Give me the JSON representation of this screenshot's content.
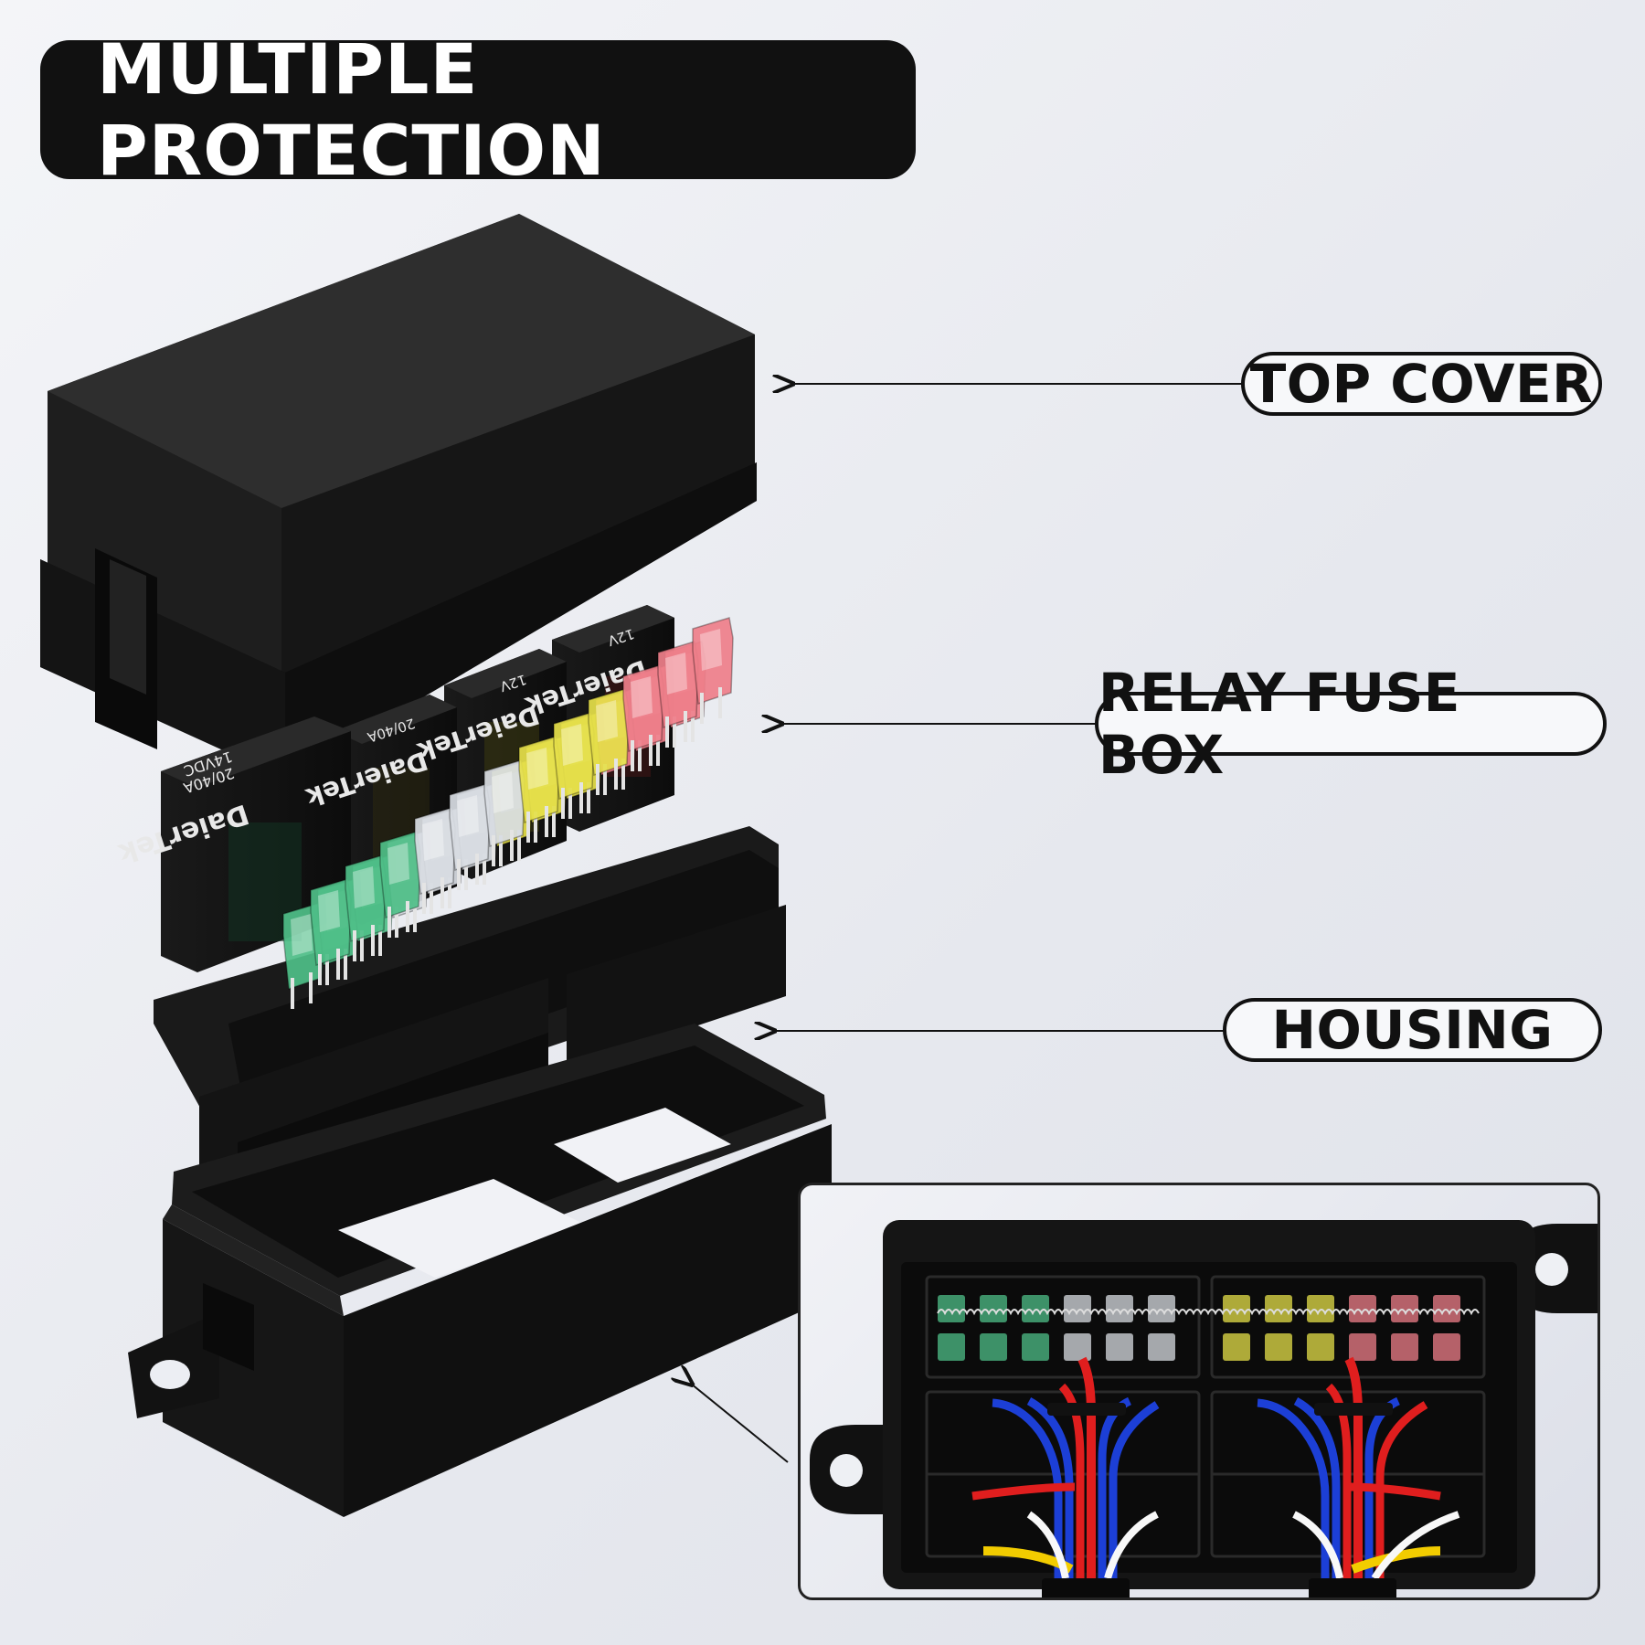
{
  "title": "MULTIPLE PROTECTION",
  "callouts": {
    "top_cover": "TOP COVER",
    "relay_fuse_box": "RELAY FUSE BOX",
    "housing": "HOUSING"
  },
  "relay_labels": {
    "brand": "DaierTek",
    "rating": "20/40A",
    "voltage_a": "14VDC",
    "voltage_b": "12V"
  },
  "colors": {
    "fuse_green": "#4fbf88",
    "fuse_clear": "#d9dde3",
    "fuse_yellow": "#e6e04a",
    "fuse_red": "#ef7f8a",
    "wire_red": "#e01e1e",
    "wire_blue": "#1c3fd6",
    "wire_yellow": "#f2cc00",
    "wire_white": "#f8f8f8"
  }
}
